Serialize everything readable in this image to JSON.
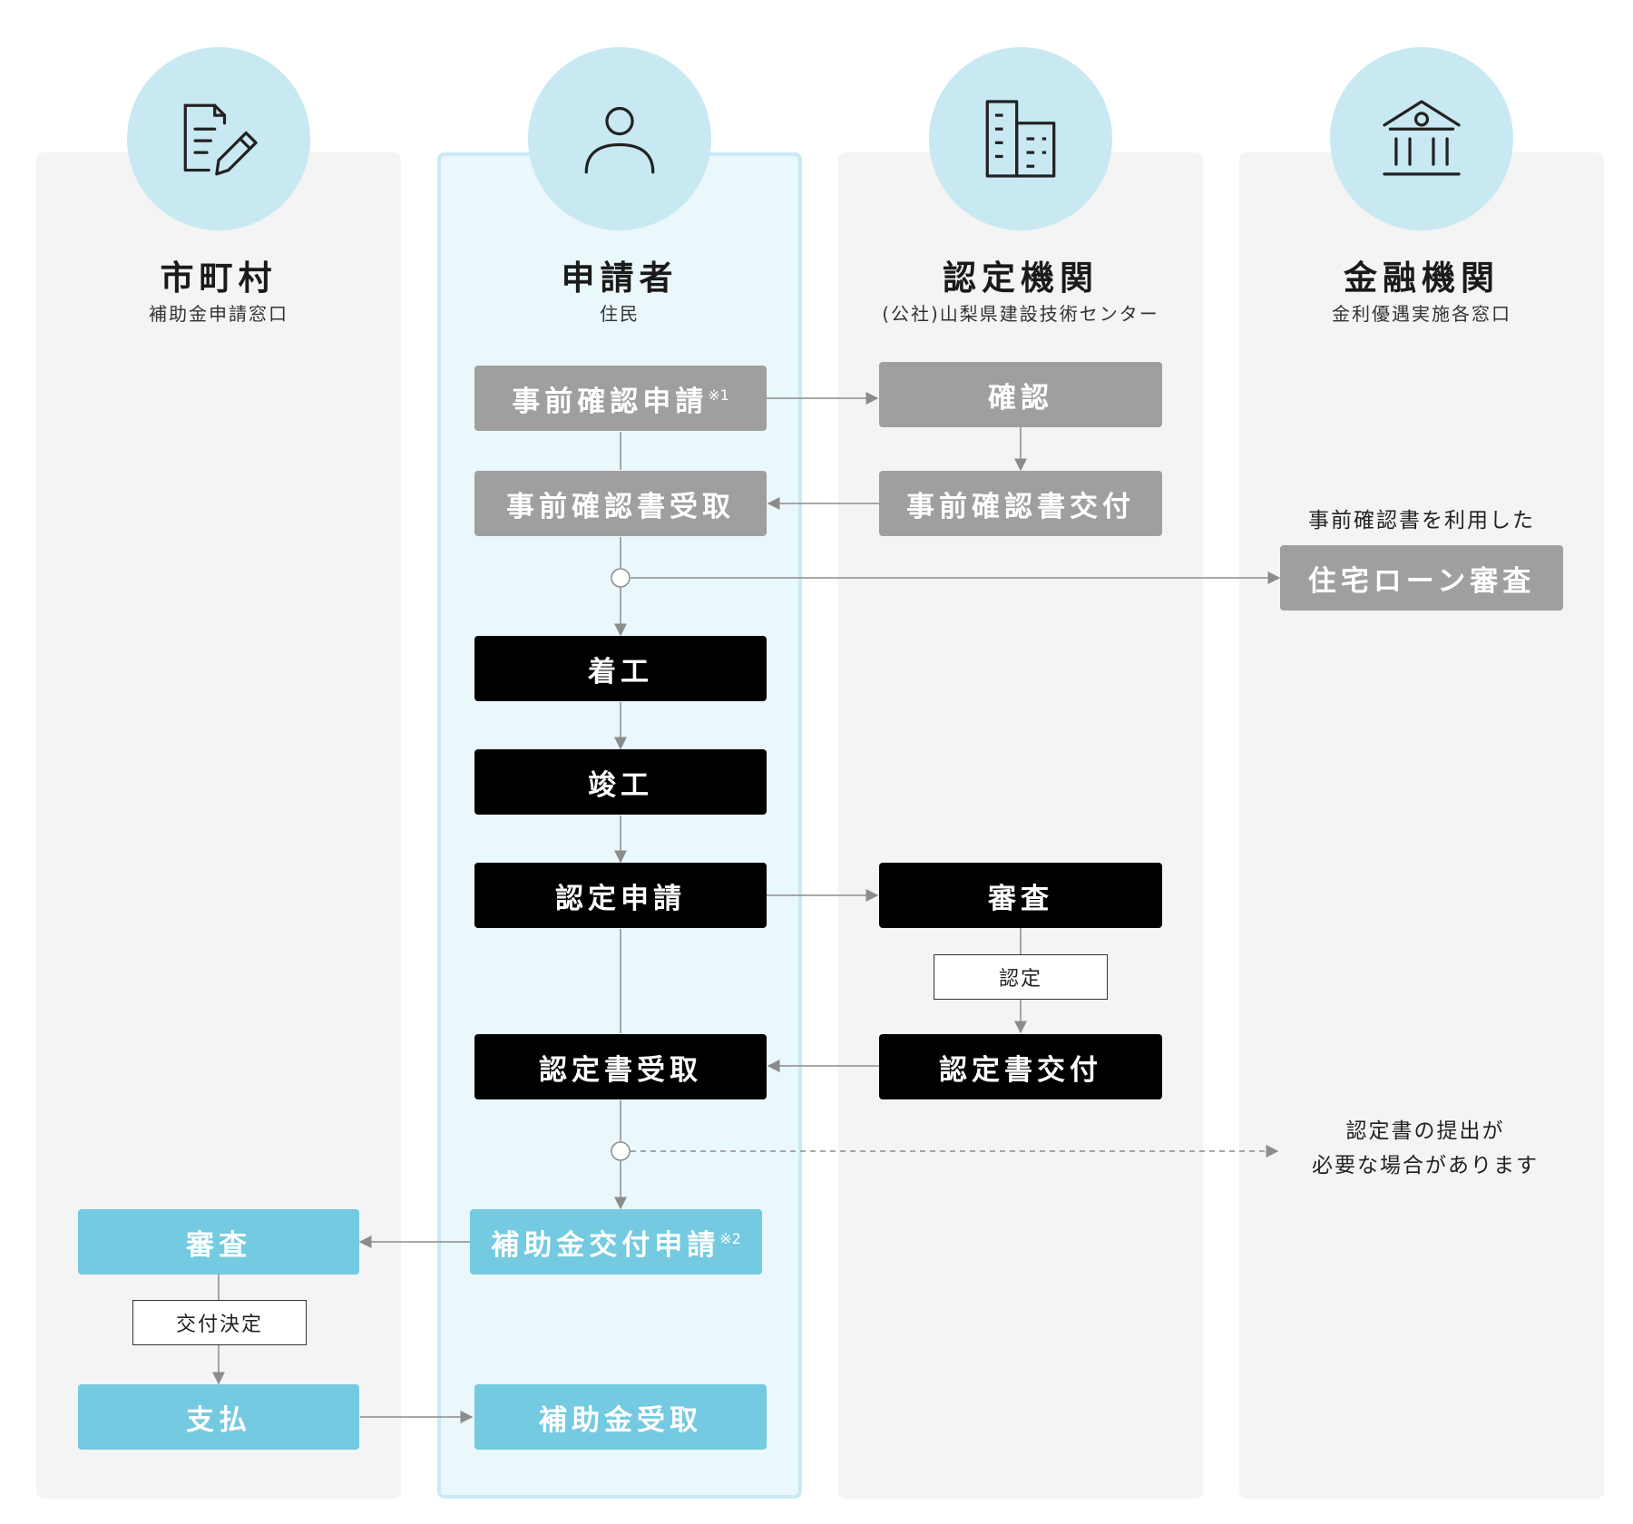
{
  "lanes": [
    {
      "title": "市町村",
      "subtitle": "補助金申請窓口",
      "icon": "document-pen-icon"
    },
    {
      "title": "申請者",
      "subtitle": "住民",
      "icon": "person-icon"
    },
    {
      "title": "認定機関",
      "subtitle": "(公社)山梨県建設技術センター",
      "icon": "buildings-icon"
    },
    {
      "title": "金融機関",
      "subtitle": "金利優遇実施各窓口",
      "icon": "bank-icon"
    }
  ],
  "steps": {
    "pre_confirm_apply": {
      "label": "事前確認申請",
      "mark": "※1"
    },
    "confirm": {
      "label": "確認"
    },
    "pre_confirm_receive": {
      "label": "事前確認書受取"
    },
    "pre_confirm_issue": {
      "label": "事前確認書交付"
    },
    "loan_review": {
      "label": "住宅ローン審査"
    },
    "construction_start": {
      "label": "着工"
    },
    "construction_complete": {
      "label": "竣工"
    },
    "cert_apply": {
      "label": "認定申請"
    },
    "cert_review": {
      "label": "審査"
    },
    "cert_receive": {
      "label": "認定書受取"
    },
    "cert_issue": {
      "label": "認定書交付"
    },
    "subsidy_apply": {
      "label": "補助金交付申請",
      "mark": "※2"
    },
    "muni_review": {
      "label": "審査"
    },
    "payment": {
      "label": "支払"
    },
    "subsidy_receive": {
      "label": "補助金受取"
    }
  },
  "tags": {
    "certification": "認定",
    "grant_decision": "交付決定"
  },
  "notes": {
    "loan_note": "事前確認書を利用した",
    "cert_note_line1": "認定書の提出が",
    "cert_note_line2": "必要な場合があります"
  },
  "colors": {
    "pending_step": "#9f9f9f",
    "main_step": "#000000",
    "subsidy_step": "#74cae0",
    "icon_circle": "#c8e9f2",
    "applicant_lane": "#eaf7fb",
    "lane": "#f4f4f4"
  }
}
